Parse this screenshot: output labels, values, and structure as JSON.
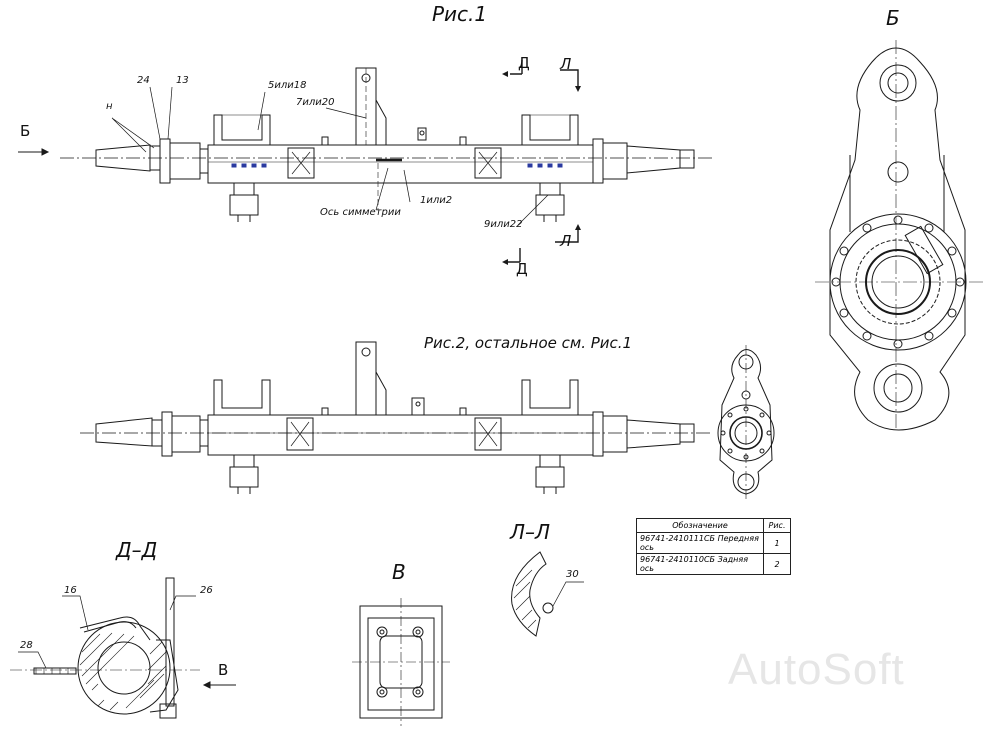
{
  "titles": {
    "fig1": "Рис.1",
    "fig2": "Рис.2,  остальное см. Рис.1",
    "view_b": "Б",
    "section_dd": "Д–Д",
    "section_ll": "Л–Л",
    "view_v": "В"
  },
  "callouts": {
    "n": "н",
    "p24": "24",
    "p13": "13",
    "p5": "5или18",
    "p7": "7или20",
    "axis": "Ось симметрии",
    "p1": "1или2",
    "p9": "9или22",
    "p16": "16",
    "p26": "26",
    "p28": "28",
    "p30": "30"
  },
  "markers": {
    "b_arrow": "Б",
    "d_top": "Д",
    "l_top": "Л",
    "d_bottom": "Д",
    "l_bottom": "Л",
    "v_arrow": "В"
  },
  "spec_table": {
    "headers": [
      "Обозначение",
      "Рис."
    ],
    "rows": [
      [
        "96741-2410111СБ Передняя ось",
        "1"
      ],
      [
        "96741-2410110СБ Задняя ось",
        "2"
      ]
    ]
  },
  "watermark": "AutoSoft",
  "colors": {
    "line": "#1a1a1a",
    "seal": "#2a3aa0",
    "watermark": "#e6e6e6"
  }
}
